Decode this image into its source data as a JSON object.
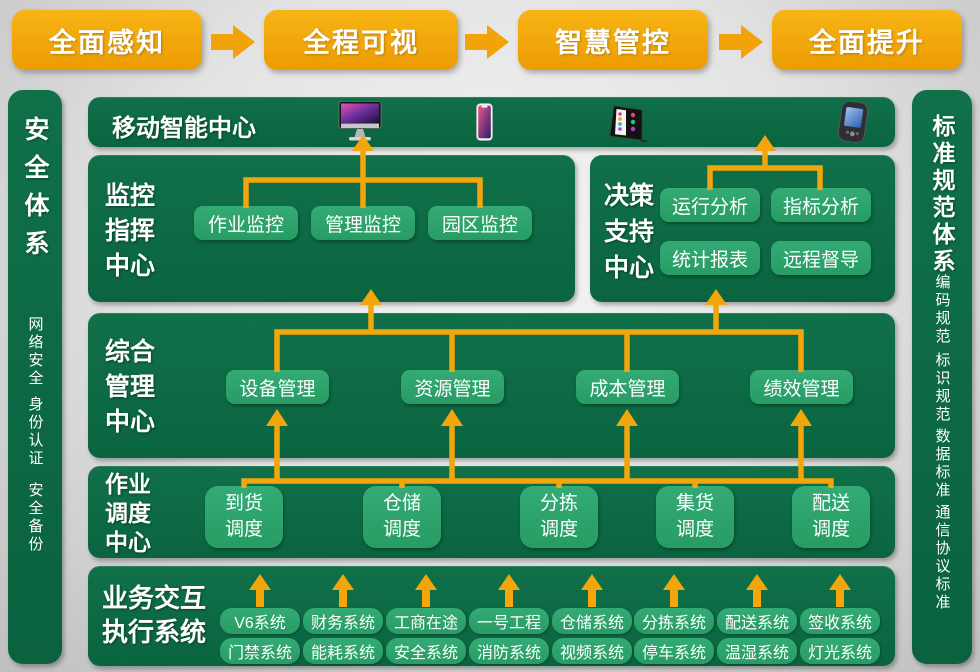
{
  "colors": {
    "accent_orange": "#F2A60B",
    "panel_green": "#0E6B45",
    "chip_green": "#2CA26B",
    "background_gray": "#DCDCDC"
  },
  "top_flow": {
    "steps": [
      "全面感知",
      "全程可视",
      "智慧管控",
      "全面提升"
    ]
  },
  "left_sidebar": {
    "title": "安全体系",
    "items": [
      "网络安全",
      "身份认证",
      "安全备份"
    ]
  },
  "right_sidebar": {
    "title": "标准规范体系",
    "items": [
      "编码规范",
      "标识规范",
      "数据标准",
      "通信协议标准"
    ]
  },
  "mobile_bar": {
    "title": "移动智能中心",
    "icons": [
      "imac-icon",
      "smartphone-icon",
      "tablet-kiosk-icon",
      "pda-icon"
    ]
  },
  "monitor_center": {
    "title_lines": [
      "监控",
      "指挥",
      "中心"
    ],
    "chips": [
      "作业监控",
      "管理监控",
      "园区监控"
    ]
  },
  "decision_center": {
    "title_lines": [
      "决策",
      "支持",
      "中心"
    ],
    "chips": [
      "运行分析",
      "指标分析",
      "统计报表",
      "远程督导"
    ]
  },
  "management_center": {
    "title_lines": [
      "综合",
      "管理",
      "中心"
    ],
    "chips": [
      "设备管理",
      "资源管理",
      "成本管理",
      "绩效管理"
    ]
  },
  "dispatch_center": {
    "title_lines": [
      "作业",
      "调度",
      "中心"
    ],
    "chips": [
      [
        "到货",
        "调度"
      ],
      [
        "仓储",
        "调度"
      ],
      [
        "分拣",
        "调度"
      ],
      [
        "集货",
        "调度"
      ],
      [
        "配送",
        "调度"
      ]
    ]
  },
  "execution_system": {
    "title_lines": [
      "业务交互",
      "执行系统"
    ],
    "row1": [
      "V6系统",
      "财务系统",
      "工商在途",
      "一号工程",
      "仓储系统",
      "分拣系统",
      "配送系统",
      "签收系统"
    ],
    "row2": [
      "门禁系统",
      "能耗系统",
      "安全系统",
      "消防系统",
      "视频系统",
      "停车系统",
      "温湿系统",
      "灯光系统"
    ]
  }
}
